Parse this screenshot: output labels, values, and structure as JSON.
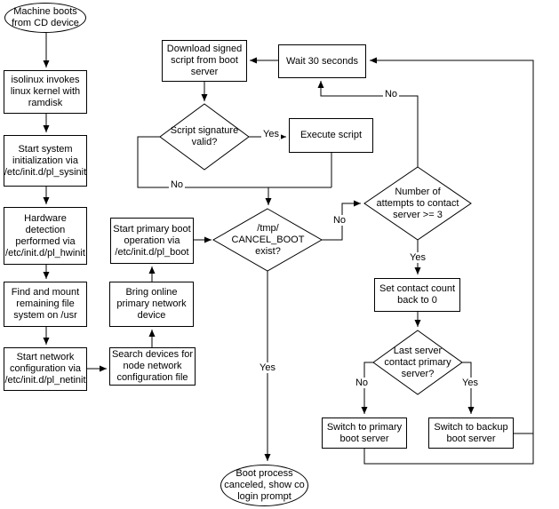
{
  "diagram": {
    "title": "Boot process flowchart",
    "colors": {
      "line": "#000000",
      "background": "#ffffff",
      "node_fill": "#ffffff",
      "text": "#000000"
    },
    "nodes": {
      "machine_boots": {
        "shape": "ellipse",
        "text": "Machine boots\nfrom CD device"
      },
      "isolinux": {
        "shape": "box",
        "text": "isolinux invokes\nlinux kernel with\nramdisk"
      },
      "pl_sysinit": {
        "shape": "box",
        "text": "Start system\ninitialization via\n/etc/init.d/pl_sysinit"
      },
      "pl_hwinit": {
        "shape": "box",
        "text": "Hardware\ndetection\nperformed via\n/etc/init.d/pl_hwinit"
      },
      "mount_usr": {
        "shape": "box",
        "text": "Find and mount\nremaining file\nsystem on /usr"
      },
      "pl_netinit": {
        "shape": "box",
        "text": "Start network\nconfiguration via\n/etc/init.d/pl_netinit"
      },
      "search_devices": {
        "shape": "box",
        "text": "Search devices for\nnode network\nconfiguration file"
      },
      "bring_online": {
        "shape": "box",
        "text": "Bring online\nprimary network\ndevice"
      },
      "pl_boot": {
        "shape": "box",
        "text": "Start primary boot\noperation via\n/etc/init.d/pl_boot"
      },
      "download_script": {
        "shape": "box",
        "text": "Download signed\nscript from boot\nserver"
      },
      "script_valid": {
        "shape": "diamond",
        "text": "Script signature\nvalid?"
      },
      "execute_script": {
        "shape": "box",
        "text": "Execute script"
      },
      "wait_30": {
        "shape": "box",
        "text": "Wait 30 seconds"
      },
      "cancel_boot": {
        "shape": "diamond",
        "text": "/tmp/\nCANCEL_BOOT\nexist?"
      },
      "attempts": {
        "shape": "diamond",
        "text": "Number of\nattempts to contact\nserver >= 3"
      },
      "set_count": {
        "shape": "box",
        "text": "Set contact count\nback to 0"
      },
      "last_server": {
        "shape": "diamond",
        "text": "Last server\ncontact primary\nserver?"
      },
      "switch_primary": {
        "shape": "box",
        "text": "Switch to primary\nboot server"
      },
      "switch_backup": {
        "shape": "box",
        "text": "Switch to backup\nboot server"
      },
      "boot_canceled": {
        "shape": "ellipse",
        "text": "Boot process\ncanceled, show co\nlogin prompt"
      }
    },
    "labels": {
      "script_yes": "Yes",
      "script_no": "No",
      "cancel_no": "No",
      "cancel_yes": "Yes",
      "attempts_no": "No",
      "attempts_yes": "Yes",
      "last_no": "No",
      "last_yes": "Yes"
    }
  }
}
